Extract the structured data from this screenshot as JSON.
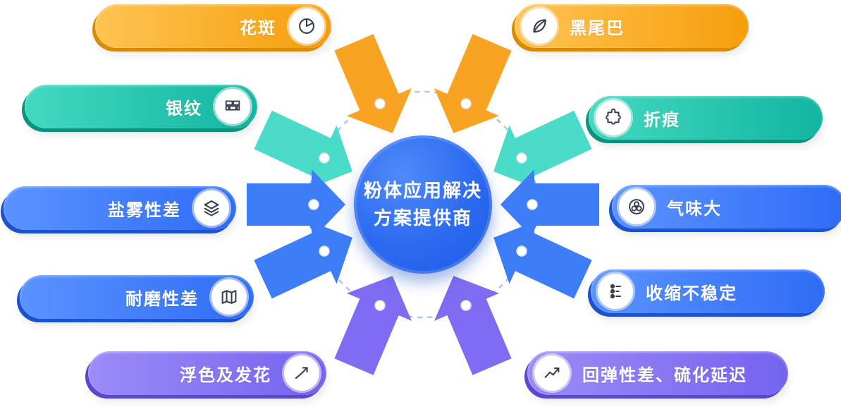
{
  "center": {
    "line1": "粉体应用解决",
    "line2": "方案提供商"
  },
  "nodes": {
    "left": [
      {
        "label": "花斑",
        "icon": "pie-chart-icon",
        "color": "#F59E0B"
      },
      {
        "label": "银纹",
        "icon": "bricks-icon",
        "color": "#12B5A0"
      },
      {
        "label": "盐雾性差",
        "icon": "layers-icon",
        "color": "#2E6CF6"
      },
      {
        "label": "耐磨性差",
        "icon": "map-icon",
        "color": "#2E6CF6"
      },
      {
        "label": "浮色及发花",
        "icon": "pen-chart-icon",
        "color": "#7463EE"
      }
    ],
    "right": [
      {
        "label": "黑尾巴",
        "icon": "leaf-icon",
        "color": "#F59E0B"
      },
      {
        "label": "折痕",
        "icon": "puzzle-icon",
        "color": "#12B5A0"
      },
      {
        "label": "气味大",
        "icon": "molecule-icon",
        "color": "#2E6CF6"
      },
      {
        "label": "收缩不稳定",
        "icon": "slider-dots-icon",
        "color": "#2E6CF6"
      },
      {
        "label": "回弹性差、硫化延迟",
        "icon": "line-chart-icon",
        "color": "#7463EE"
      }
    ]
  },
  "colors": {
    "orange": "#F59E0B",
    "teal": "#12B5A0",
    "blue": "#2E6CF6",
    "purple": "#7463EE",
    "center_blue": "#2B6AF0",
    "arrow_orange": "#F8A322",
    "arrow_teal": "#4ADCC9",
    "arrow_blue": "#3E7DF8",
    "arrow_purple": "#7E6DF2",
    "dashed_ring": "#A8C8F0"
  }
}
